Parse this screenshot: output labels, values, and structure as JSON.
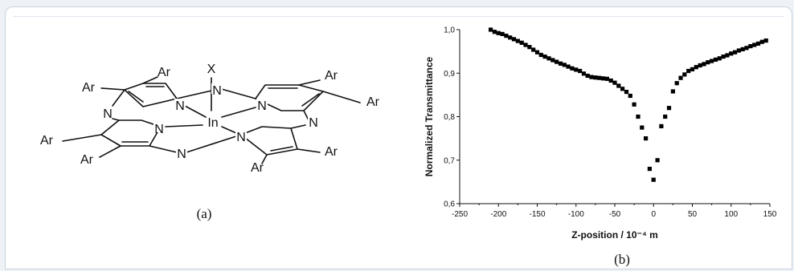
{
  "figure": {
    "caption_a": "(a)",
    "caption_b": "(b)"
  },
  "molecule": {
    "x_label": "X",
    "metal": "In",
    "nitrogen": "N",
    "aryl": "Ar",
    "icon": "indium-porphyrazine-structure-icon"
  },
  "chart_data": {
    "type": "scatter",
    "xlabel": "Z-position / 10⁻⁴ m",
    "ylabel": "Normalized Transmittance",
    "xlim": [
      -250,
      150
    ],
    "ylim": [
      0.6,
      1.0
    ],
    "xticks": [
      -250,
      -200,
      -150,
      -100,
      -50,
      0,
      50,
      100,
      150
    ],
    "yticks": [
      "0,6",
      "0,7",
      "0,8",
      "0,9",
      "1,0"
    ],
    "grid": false,
    "series": [
      {
        "marker": "square",
        "color": "#000000",
        "points": [
          [
            -210,
            1.0
          ],
          [
            -205,
            0.995
          ],
          [
            -200,
            0.992
          ],
          [
            -195,
            0.99
          ],
          [
            -190,
            0.986
          ],
          [
            -185,
            0.982
          ],
          [
            -180,
            0.978
          ],
          [
            -175,
            0.974
          ],
          [
            -170,
            0.97
          ],
          [
            -165,
            0.965
          ],
          [
            -160,
            0.96
          ],
          [
            -155,
            0.954
          ],
          [
            -150,
            0.948
          ],
          [
            -145,
            0.942
          ],
          [
            -140,
            0.938
          ],
          [
            -135,
            0.934
          ],
          [
            -130,
            0.93
          ],
          [
            -125,
            0.926
          ],
          [
            -120,
            0.922
          ],
          [
            -115,
            0.919
          ],
          [
            -110,
            0.915
          ],
          [
            -105,
            0.911
          ],
          [
            -100,
            0.908
          ],
          [
            -95,
            0.905
          ],
          [
            -90,
            0.899
          ],
          [
            -85,
            0.894
          ],
          [
            -80,
            0.891
          ],
          [
            -75,
            0.89
          ],
          [
            -70,
            0.889
          ],
          [
            -65,
            0.888
          ],
          [
            -60,
            0.887
          ],
          [
            -55,
            0.883
          ],
          [
            -50,
            0.878
          ],
          [
            -45,
            0.871
          ],
          [
            -40,
            0.864
          ],
          [
            -35,
            0.857
          ],
          [
            -30,
            0.848
          ],
          [
            -25,
            0.828
          ],
          [
            -20,
            0.8
          ],
          [
            -15,
            0.775
          ],
          [
            -10,
            0.75
          ],
          [
            -5,
            0.68
          ],
          [
            0,
            0.655
          ],
          [
            5,
            0.7
          ],
          [
            10,
            0.778
          ],
          [
            15,
            0.8
          ],
          [
            20,
            0.82
          ],
          [
            25,
            0.858
          ],
          [
            30,
            0.877
          ],
          [
            35,
            0.889
          ],
          [
            40,
            0.897
          ],
          [
            45,
            0.905
          ],
          [
            50,
            0.909
          ],
          [
            55,
            0.914
          ],
          [
            60,
            0.918
          ],
          [
            65,
            0.921
          ],
          [
            70,
            0.925
          ],
          [
            75,
            0.928
          ],
          [
            80,
            0.931
          ],
          [
            85,
            0.934
          ],
          [
            90,
            0.938
          ],
          [
            95,
            0.941
          ],
          [
            100,
            0.945
          ],
          [
            105,
            0.948
          ],
          [
            110,
            0.952
          ],
          [
            115,
            0.955
          ],
          [
            120,
            0.958
          ],
          [
            125,
            0.962
          ],
          [
            130,
            0.965
          ],
          [
            135,
            0.968
          ],
          [
            140,
            0.972
          ],
          [
            145,
            0.975
          ]
        ]
      }
    ]
  }
}
